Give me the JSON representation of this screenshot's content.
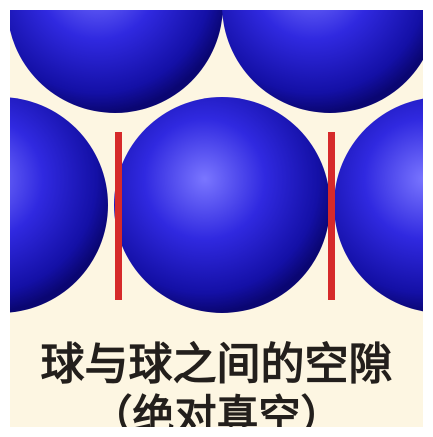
{
  "colors": {
    "background": "#fdf6e2",
    "sphere_light": "#6f6bff",
    "sphere_mid": "#2a23d6",
    "sphere_dark": "#0a0672",
    "gap_marker": "#d62a2a",
    "caption_text": "#231f1c"
  },
  "caption": {
    "line1": "球与球之间的空隙",
    "line2": "（绝对真空）"
  },
  "figure": {
    "sphere_count": 5,
    "gap_marker_count": 2
  }
}
